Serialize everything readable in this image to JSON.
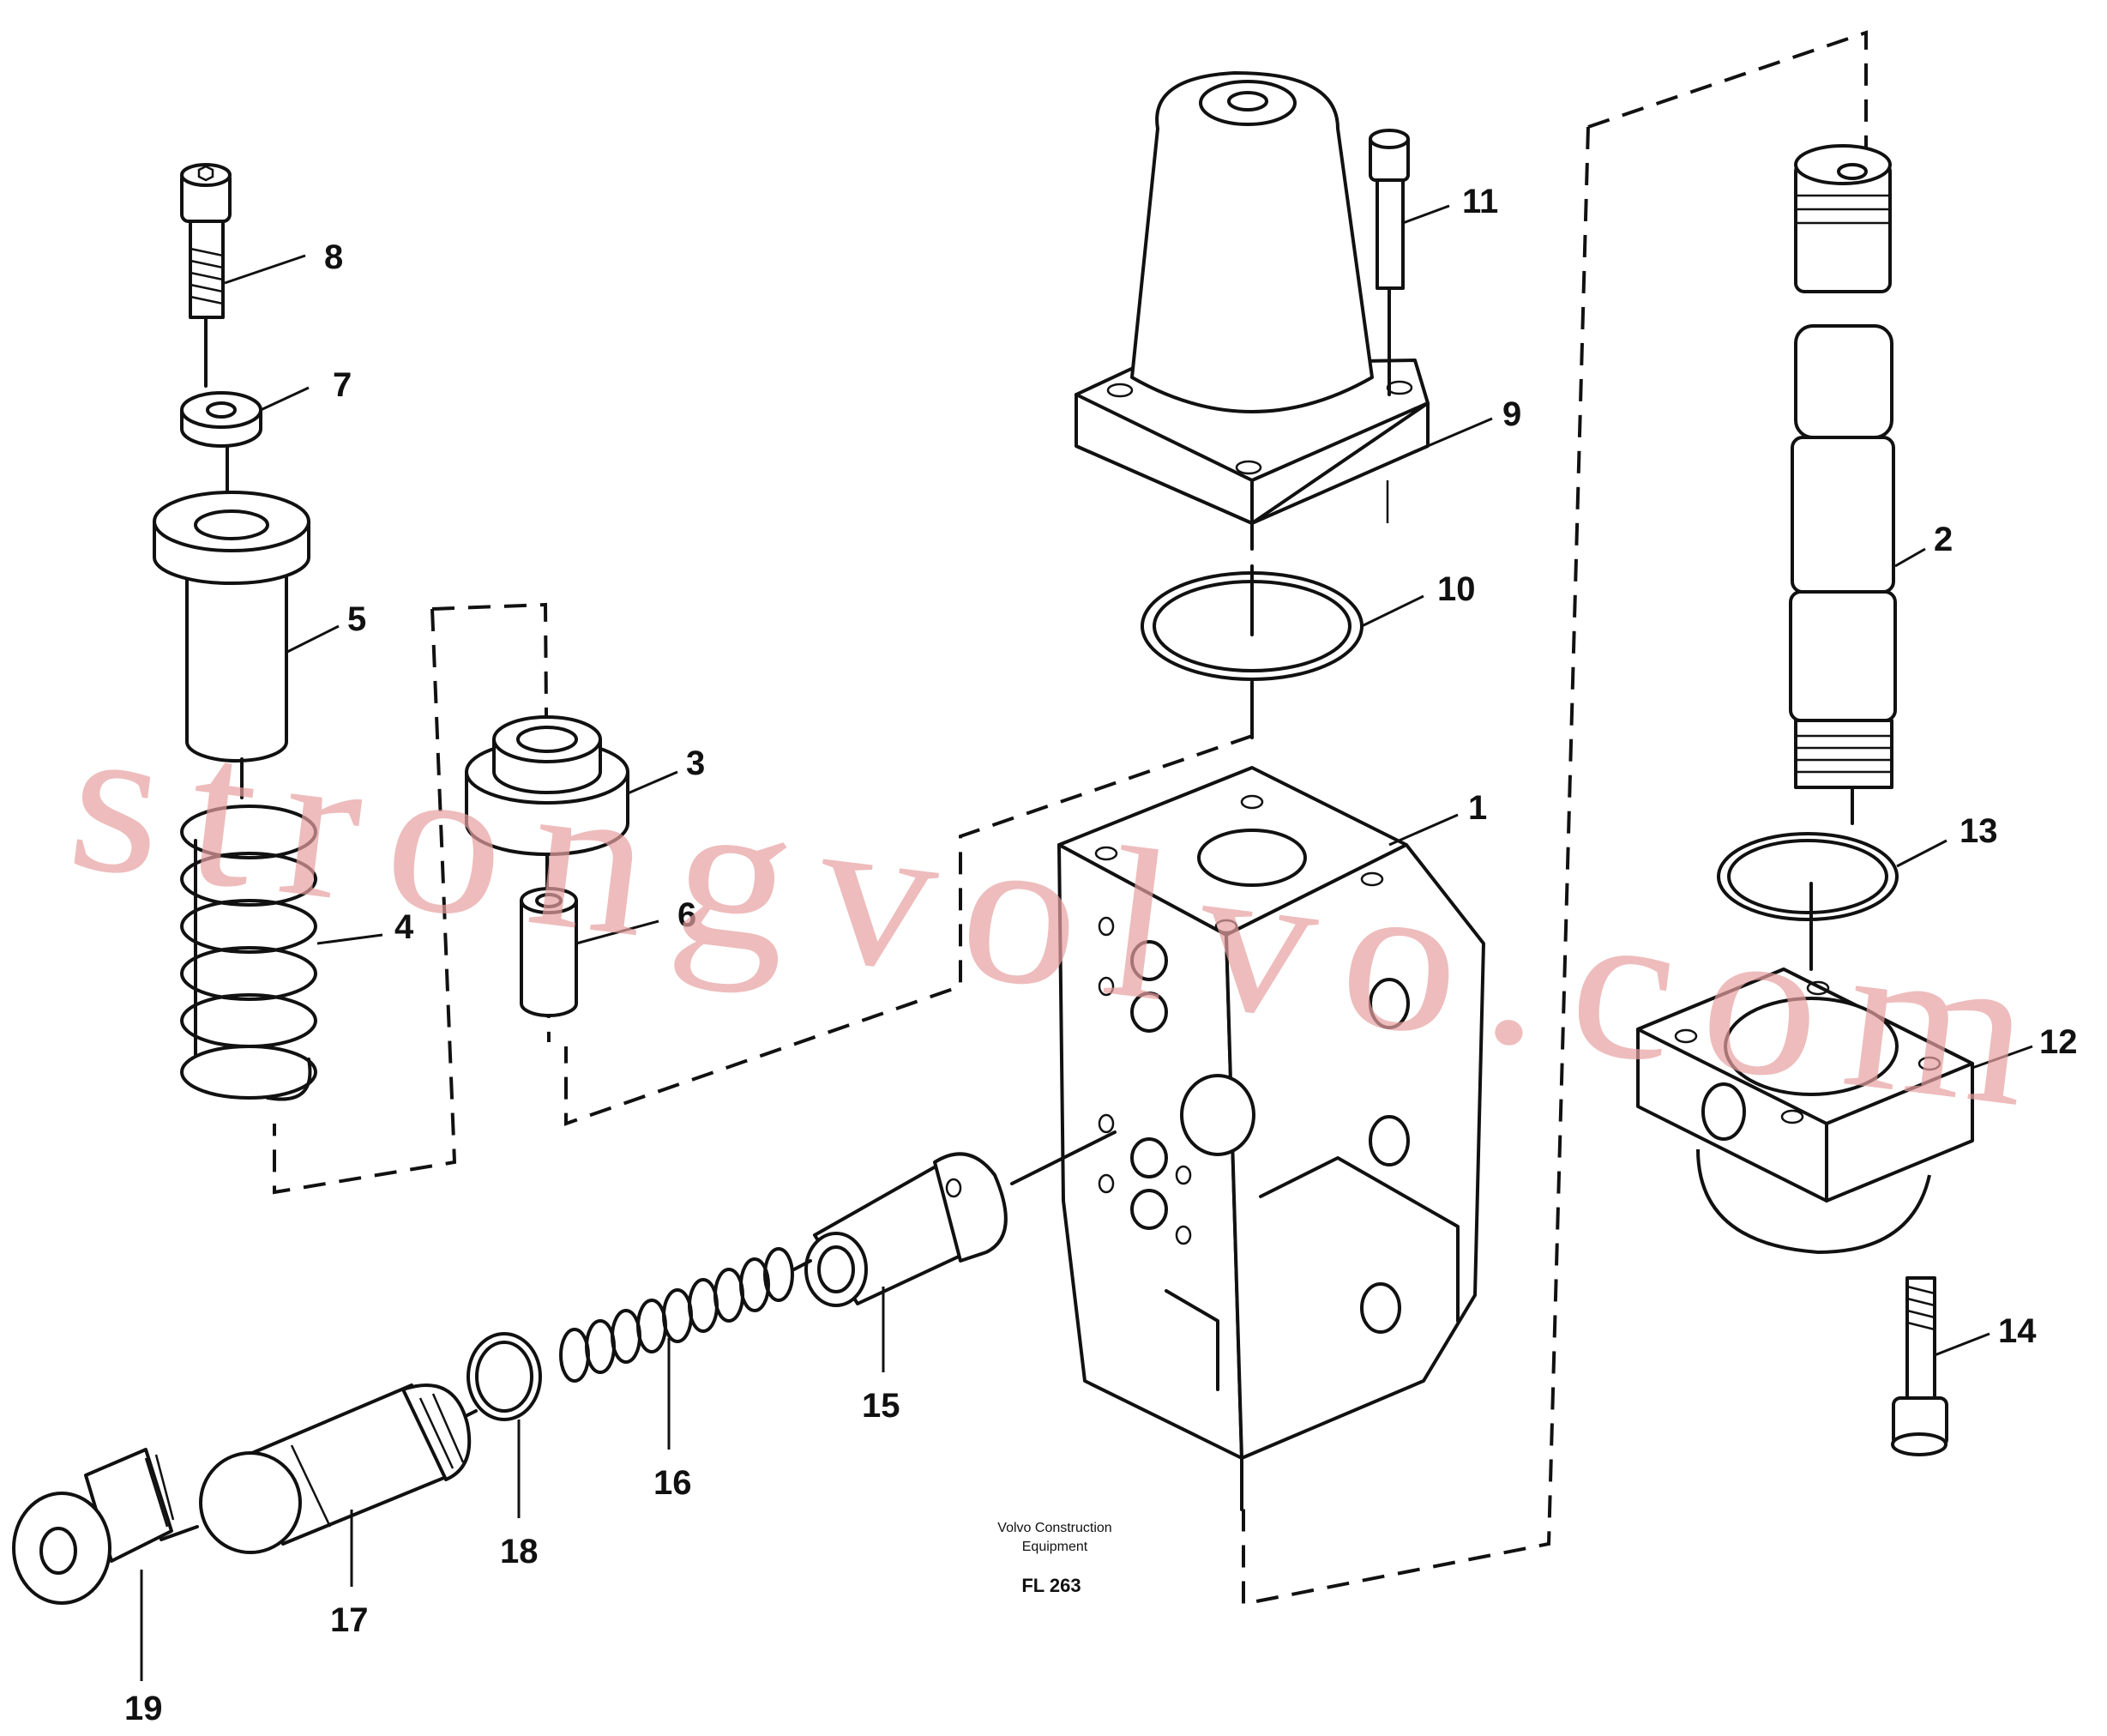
{
  "diagram": {
    "callouts": [
      "1",
      "2",
      "3",
      "4",
      "5",
      "6",
      "7",
      "8",
      "9",
      "10",
      "11",
      "12",
      "13",
      "14",
      "15",
      "16",
      "17",
      "18",
      "19"
    ],
    "caption": {
      "line1": "Volvo Construction",
      "line2": "Equipment",
      "figure_no": "FL 263"
    },
    "watermark": "strongvolvo.com",
    "colors": {
      "ink": "#111111",
      "watermark": "#e7a0a0",
      "background": "#ffffff"
    }
  }
}
